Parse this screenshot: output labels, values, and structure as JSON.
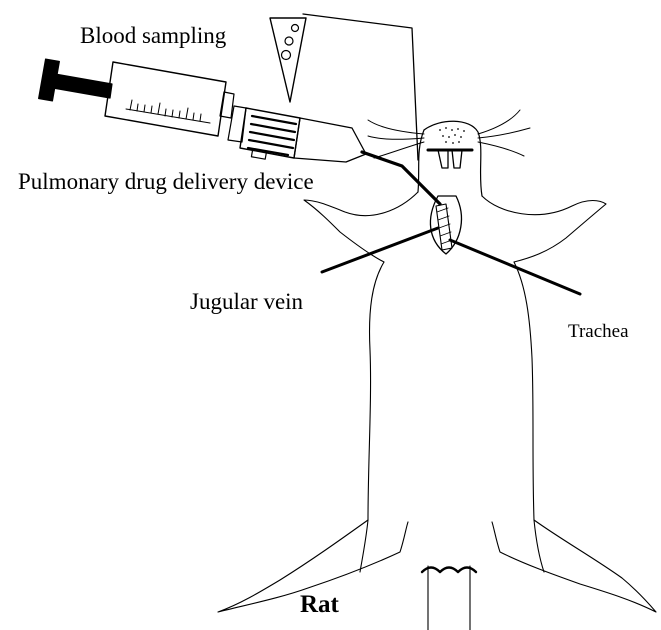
{
  "labels": {
    "blood_sampling": "Blood sampling",
    "device": "Pulmonary drug delivery device",
    "jugular_vein": "Jugular vein",
    "trachea": "Trachea",
    "caption": "Rat"
  }
}
